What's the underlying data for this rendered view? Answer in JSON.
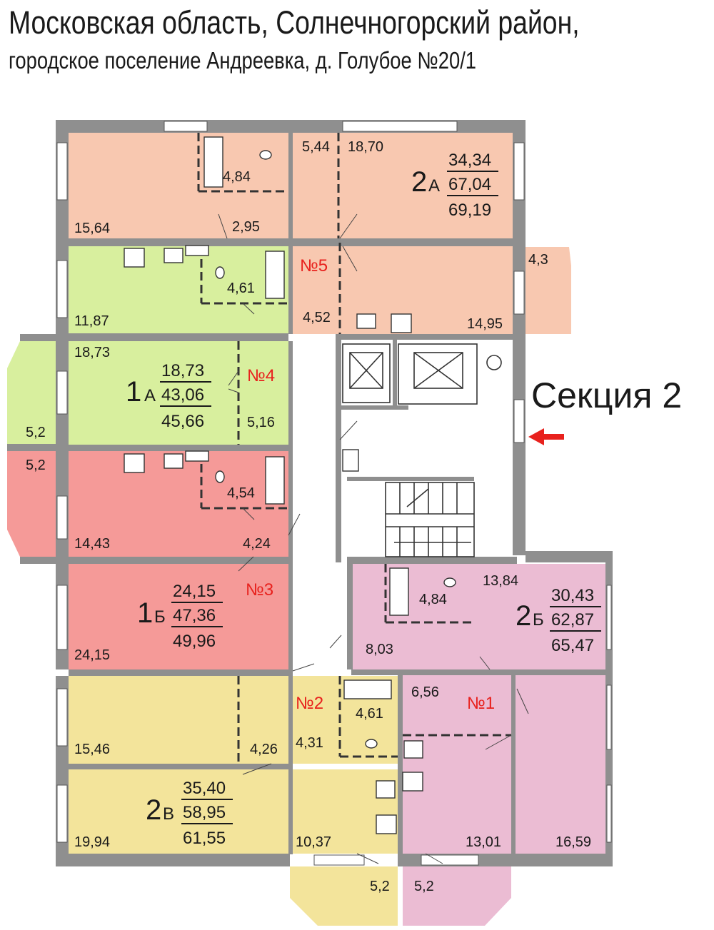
{
  "header": {
    "line1": "Московская область, Солнечногорский район,",
    "line2": "городское поселение Андреевка, д. Голубое №20/1"
  },
  "section_label": "Секция 2",
  "colors": {
    "apt5": "#f8c8b0",
    "apt4": "#d8ef9e",
    "apt3": "#f59a98",
    "apt2": "#f3e49b",
    "apt1": "#ebbcd3",
    "walls": "#8f8f8f",
    "apt_number": "#e8211d",
    "entrance_arrow": "#e8211d"
  },
  "apartments": [
    {
      "number": "№5",
      "type_num": "2",
      "type_letter": "А",
      "living": "34,34",
      "total": "67,04",
      "total_with_balcony": "69,19",
      "rooms": [
        "5,44",
        "18,70",
        "4,84",
        "15,64",
        "2,95",
        "4,3",
        "4,52",
        "14,95"
      ]
    },
    {
      "number": "№4",
      "type_num": "1",
      "type_letter": "А",
      "living": "18,73",
      "total": "43,06",
      "total_with_balcony": "45,66",
      "rooms": [
        "4,61",
        "11,87",
        "18,73",
        "5,2",
        "5,16"
      ]
    },
    {
      "number": "№3",
      "type_num": "1",
      "type_letter": "Б",
      "living": "24,15",
      "total": "47,36",
      "total_with_balcony": "49,96",
      "rooms": [
        "5,2",
        "4,54",
        "14,43",
        "4,24",
        "24,15"
      ]
    },
    {
      "number": "№2",
      "type_num": "2",
      "type_letter": "В",
      "living": "35,40",
      "total": "58,95",
      "total_with_balcony": "61,55",
      "rooms": [
        "4,61",
        "15,46",
        "4,26",
        "4,31",
        "19,94",
        "10,37",
        "5,2"
      ]
    },
    {
      "number": "№1",
      "type_num": "2",
      "type_letter": "Б",
      "living": "30,43",
      "total": "62,87",
      "total_with_balcony": "65,47",
      "rooms": [
        "4,84",
        "13,84",
        "8,03",
        "6,56",
        "13,01",
        "16,59",
        "5,2"
      ]
    }
  ]
}
